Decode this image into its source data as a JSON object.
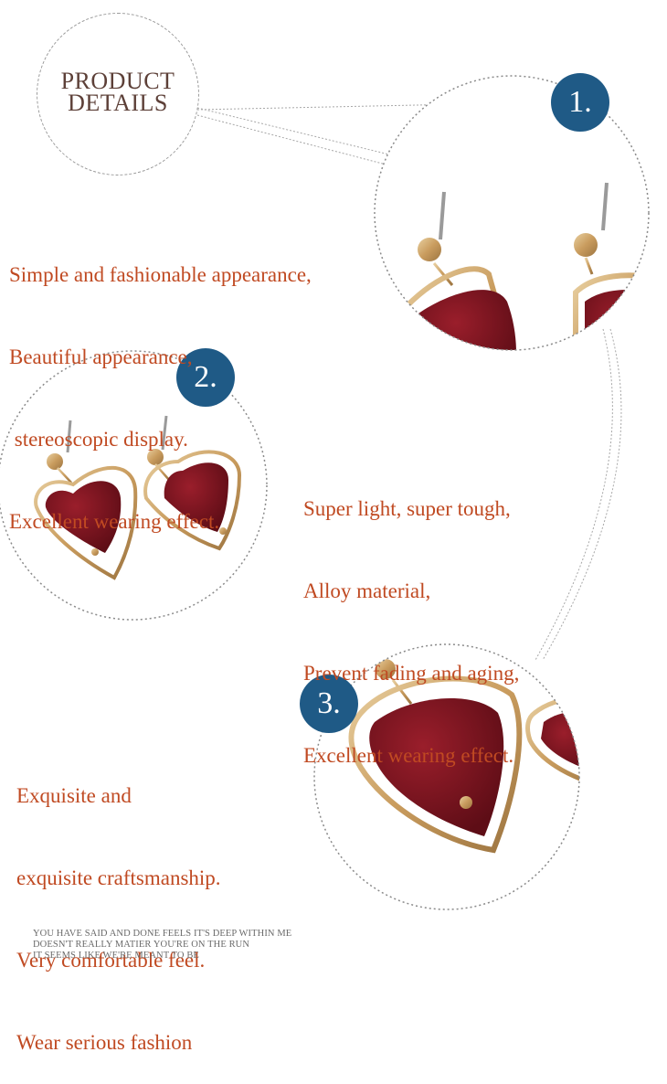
{
  "header": {
    "title_line1": "PRODUCT",
    "title_line2": "DETAILS"
  },
  "section1": {
    "badge": "1.",
    "lines": [
      "Simple and fashionable appearance,",
      "Beautiful appearance,",
      " stereoscopic display.",
      "Excellent wearing effect."
    ]
  },
  "section2": {
    "badge": "2.",
    "lines": [
      "Super light, super tough,",
      "Alloy material,",
      "Prevent fading and aging,",
      "Excellent wearing effect."
    ]
  },
  "section3": {
    "badge": "3.",
    "lines": [
      "Exquisite and",
      "exquisite craftsmanship.",
      "Very comfortable feel.",
      "Wear serious fashion"
    ]
  },
  "footer": {
    "lines": [
      "YOU HAVE SAID AND DONE FEELS IT'S DEEP WITHIN ME",
      "DOESN'T REALLY MATIER YOU'RE ON THE RUN",
      "IT SEEMS LIKE WE'RE MEANT TO BE"
    ]
  },
  "colors": {
    "text_accent": "#c04a22",
    "title": "#5d4038",
    "badge": "#1f5a86",
    "velvet": "#7e1420",
    "gold": "#c9a06a"
  }
}
